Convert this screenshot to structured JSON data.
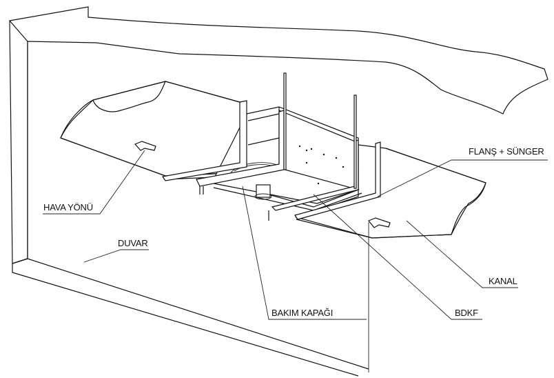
{
  "diagram": {
    "type": "technical installation drawing",
    "labels": {
      "flans_sunger": "FLANŞ + SÜNGER",
      "hava_yonu": "HAVA YÖNÜ",
      "duvar": "DUVAR",
      "kanal": "KANAL",
      "bakim_kapagi": "BAKIM KAPAĞI",
      "bdkf": "BDKF"
    }
  }
}
